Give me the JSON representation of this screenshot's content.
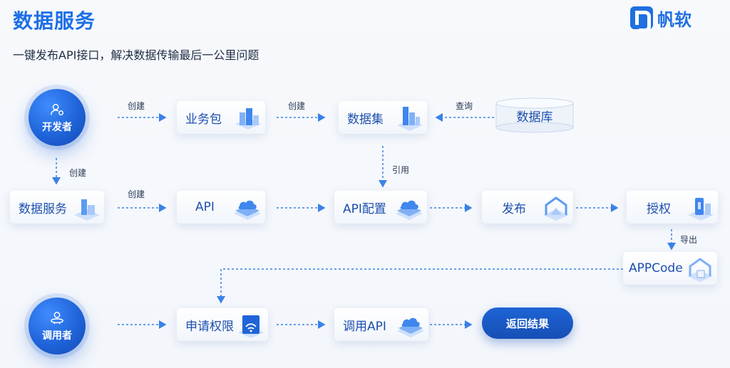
{
  "header": {
    "title": "数据服务",
    "subtitle": "一键发布API接口，解决数据传输最后一公里问题",
    "logo_text": "帆软"
  },
  "actors": {
    "developer": "开发者",
    "caller": "调用者"
  },
  "nodes": {
    "business_package": "业务包",
    "dataset": "数据集",
    "database": "数据库",
    "data_service": "数据服务",
    "api": "API",
    "api_config": "API配置",
    "publish": "发布",
    "authorize": "授权",
    "appcode": "APPCode",
    "apply_permission": "申请权限",
    "call_api": "调用API",
    "return_result": "返回结果"
  },
  "edges": {
    "create_1": "创建",
    "create_2": "创建",
    "query": "查询",
    "create_3": "创建",
    "create_4": "创建",
    "reference": "引用",
    "export": "导出"
  },
  "colors": {
    "accent": "#1d6fe6",
    "dark_blue": "#1548b5",
    "node_text": "#1d4fae",
    "line": "#3a82e6"
  }
}
